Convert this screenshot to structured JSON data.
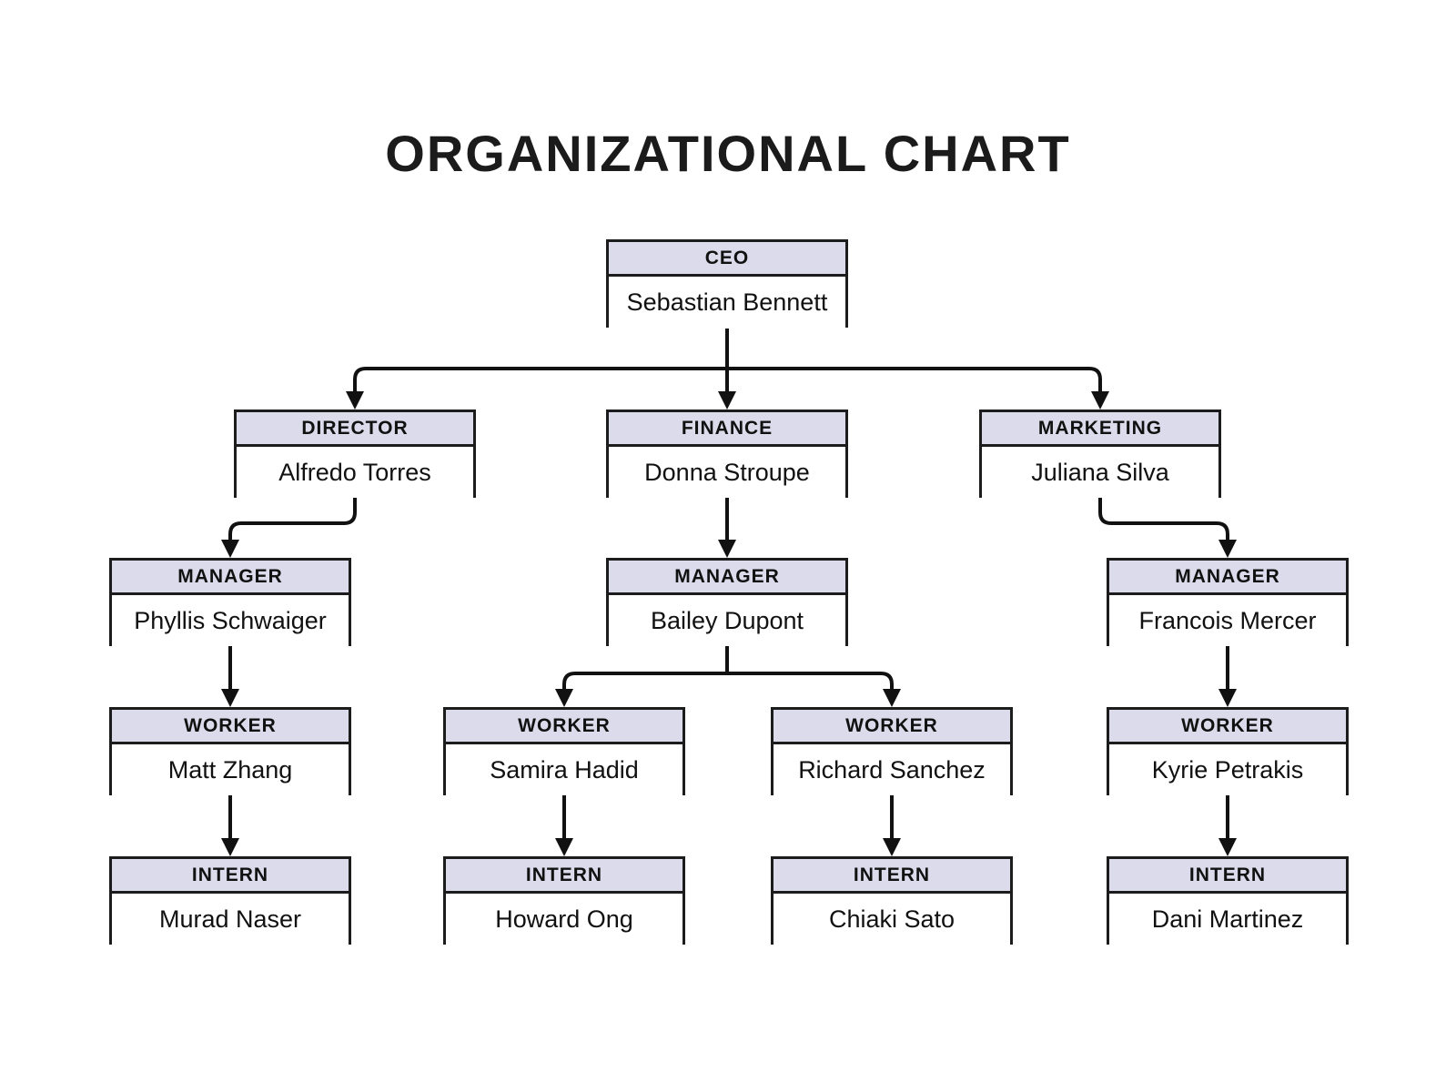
{
  "title": "ORGANIZATIONAL CHART",
  "colors": {
    "header_fill": "#dbdbec",
    "box_border": "#1c1c1c",
    "connector": "#111111",
    "background": "#ffffff",
    "text": "#111111"
  },
  "nodes": [
    {
      "id": "ceo",
      "role": "CEO",
      "name": "Sebastian Bennett",
      "reports_to": null
    },
    {
      "id": "director",
      "role": "DIRECTOR",
      "name": "Alfredo Torres",
      "reports_to": "ceo"
    },
    {
      "id": "finance",
      "role": "FINANCE",
      "name": "Donna Stroupe",
      "reports_to": "ceo"
    },
    {
      "id": "marketing",
      "role": "MARKETING",
      "name": "Juliana Silva",
      "reports_to": "ceo"
    },
    {
      "id": "manager-left",
      "role": "MANAGER",
      "name": "Phyllis Schwaiger",
      "reports_to": "director"
    },
    {
      "id": "manager-mid",
      "role": "MANAGER",
      "name": "Bailey Dupont",
      "reports_to": "finance"
    },
    {
      "id": "manager-right",
      "role": "MANAGER",
      "name": "Francois Mercer",
      "reports_to": "marketing"
    },
    {
      "id": "worker-1",
      "role": "WORKER",
      "name": "Matt Zhang",
      "reports_to": "manager-left"
    },
    {
      "id": "worker-2",
      "role": "WORKER",
      "name": "Samira Hadid",
      "reports_to": "manager-mid"
    },
    {
      "id": "worker-3",
      "role": "WORKER",
      "name": "Richard Sanchez",
      "reports_to": "manager-mid"
    },
    {
      "id": "worker-4",
      "role": "WORKER",
      "name": "Kyrie Petrakis",
      "reports_to": "manager-right"
    },
    {
      "id": "intern-1",
      "role": "INTERN",
      "name": "Murad Naser",
      "reports_to": "worker-1"
    },
    {
      "id": "intern-2",
      "role": "INTERN",
      "name": "Howard Ong",
      "reports_to": "worker-2"
    },
    {
      "id": "intern-3",
      "role": "INTERN",
      "name": "Chiaki Sato",
      "reports_to": "worker-3"
    },
    {
      "id": "intern-4",
      "role": "INTERN",
      "name": "Dani Martinez",
      "reports_to": "worker-4"
    }
  ]
}
